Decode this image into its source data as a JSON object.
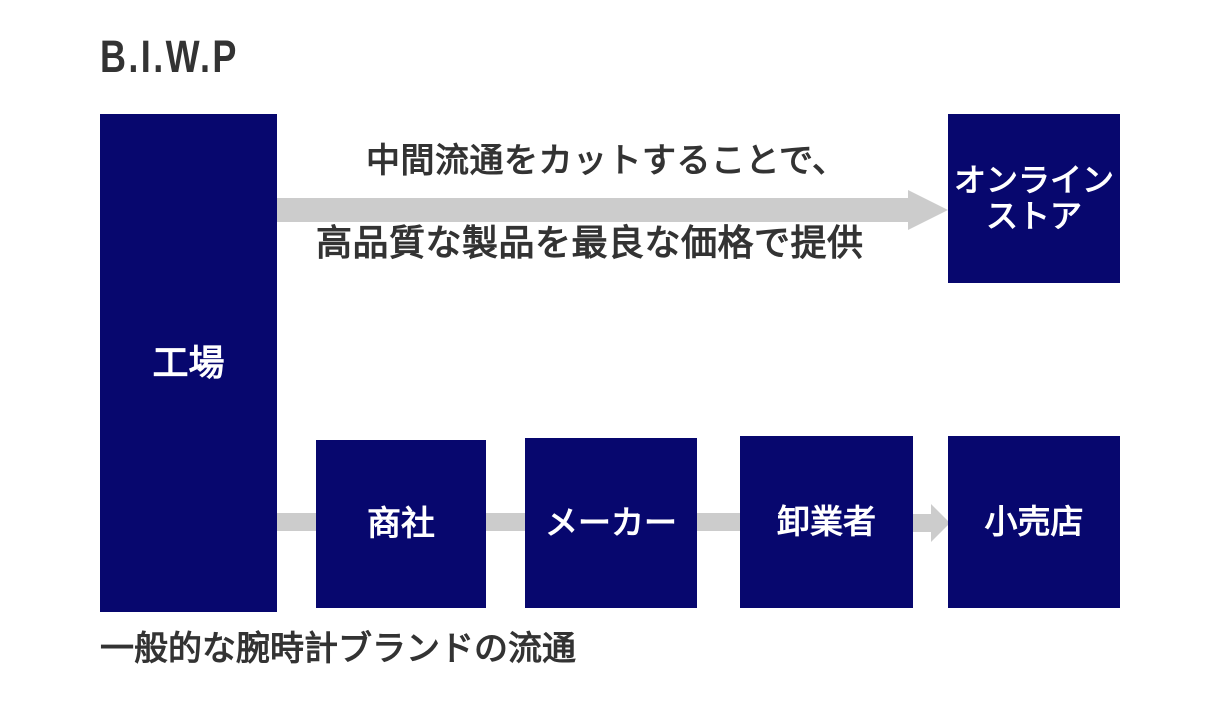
{
  "header": {
    "brand_title": "B.I.W.P"
  },
  "colors": {
    "node_fill": "#07076E",
    "node_text": "#FFFFFF",
    "arrow": "#CCCCCC",
    "text_dark": "#333333",
    "background": "#FFFFFF"
  },
  "nodes": {
    "factory": {
      "label": "工場"
    },
    "online_store": {
      "label_line1": "オンライン",
      "label_line2": "ストア"
    },
    "trading_company": {
      "label": "商社"
    },
    "maker": {
      "label": "メーカー"
    },
    "wholesaler": {
      "label": "卸業者"
    },
    "retailer": {
      "label": "小売店"
    }
  },
  "pitch": {
    "line1": "中間流通をカットすることで、",
    "line2": "高品質な製品を最良な価格で提供"
  },
  "caption": {
    "text": "一般的な腕時計ブランドの流通"
  },
  "icons": {
    "arrow_top": "arrow-right-icon",
    "arrow_small": "arrow-right-icon"
  }
}
